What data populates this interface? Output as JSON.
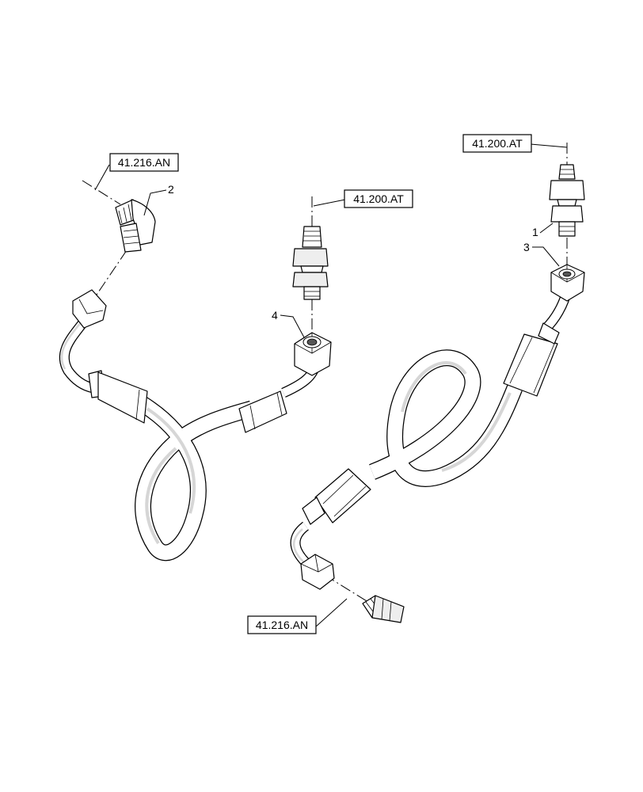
{
  "references": {
    "top_left": "41.216.AN",
    "top_center": "41.200.AT",
    "top_right": "41.200.AT",
    "bottom_center": "41.216.AN"
  },
  "item_numbers": {
    "elbow_fitting": "2",
    "adapter_right": "1",
    "nut_right": "3",
    "nut_left": "4"
  }
}
